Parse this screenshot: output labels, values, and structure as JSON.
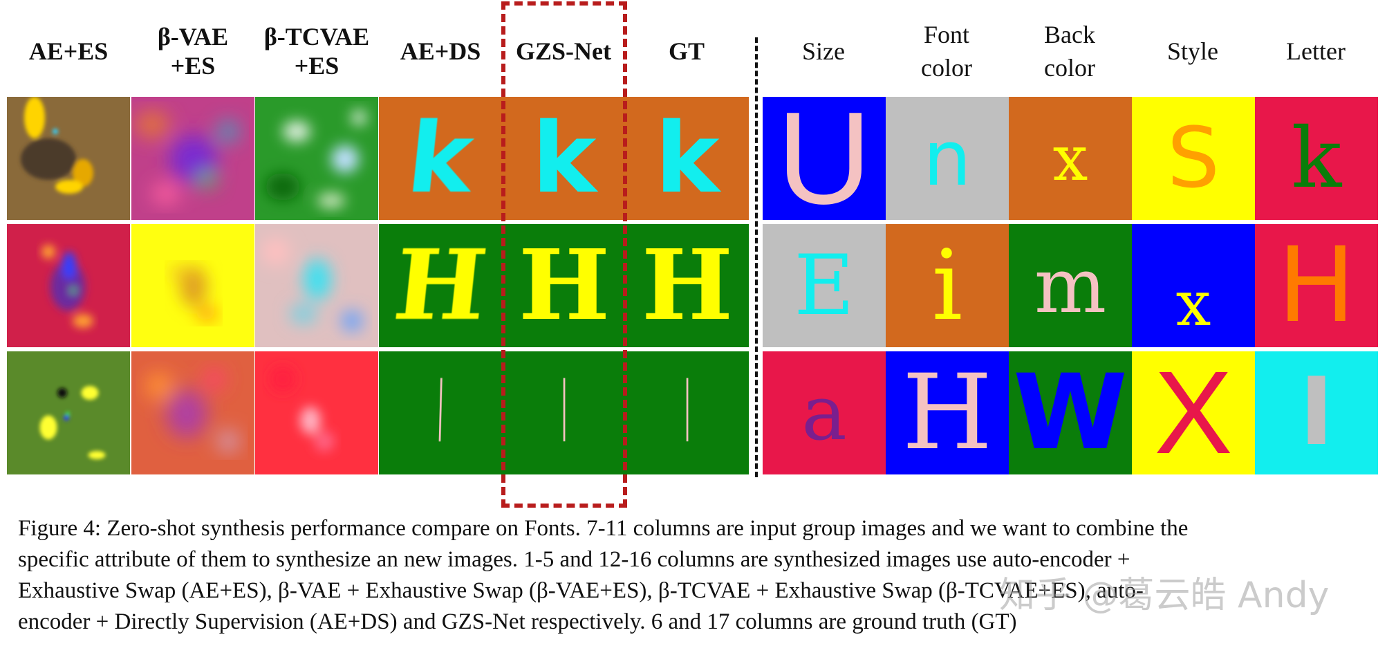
{
  "headers": {
    "left": [
      {
        "text": "AE+ES"
      },
      {
        "text": "β-VAE\n+ES"
      },
      {
        "text": "β-TCVAE\n+ES"
      },
      {
        "text": "AE+DS"
      },
      {
        "text": "GZS-Net"
      },
      {
        "text": "GT"
      }
    ],
    "right": [
      {
        "text": "Size"
      },
      {
        "text": "Font\ncolor"
      },
      {
        "text": "Back\ncolor"
      },
      {
        "text": "Style"
      },
      {
        "text": "Letter"
      }
    ]
  },
  "colors": {
    "orange": "#d2691e",
    "green": "#0a7d0a",
    "crimson": "#e8174a",
    "yellow": "#ffff00",
    "blue": "#0000ff",
    "silver": "#bfbfbf",
    "cyan": "#12eeee",
    "pink": "#f4c2c2",
    "purple": "#7a1f8e",
    "highlight": "#b81c1c"
  },
  "synth_rows": [
    {
      "letter": "k",
      "bg": "#d2691e",
      "fg": "#12eeee"
    },
    {
      "letter": "H",
      "bg": "#0a7d0a",
      "fg": "#ffff00"
    },
    {
      "letter": "l",
      "bg": "#0a7d0a",
      "fg": "#f4c2c2"
    }
  ],
  "input_rows": [
    [
      {
        "letter": "U",
        "bg": "#0000ff",
        "fg": "#f4c2c2"
      },
      {
        "letter": "n",
        "bg": "#bfbfbf",
        "fg": "#12eeee"
      },
      {
        "letter": "x",
        "bg": "#d2691e",
        "fg": "#ffff00"
      },
      {
        "letter": "S",
        "bg": "#ffff00",
        "fg": "#ffa000"
      },
      {
        "letter": "k",
        "bg": "#e8174a",
        "fg": "#0a7d0a"
      }
    ],
    [
      {
        "letter": "E",
        "bg": "#bfbfbf",
        "fg": "#12eeee"
      },
      {
        "letter": "i",
        "bg": "#d2691e",
        "fg": "#ffff00"
      },
      {
        "letter": "m",
        "bg": "#0a7d0a",
        "fg": "#f4c2c2"
      },
      {
        "letter": "x",
        "bg": "#0000ff",
        "fg": "#ffff00"
      },
      {
        "letter": "H",
        "bg": "#e8174a",
        "fg": "#ff7a00"
      }
    ],
    [
      {
        "letter": "a",
        "bg": "#e8174a",
        "fg": "#7a1f8e"
      },
      {
        "letter": "H",
        "bg": "#0000ff",
        "fg": "#f4c2c2"
      },
      {
        "letter": "W",
        "bg": "#0a7d0a",
        "fg": "#0000ff"
      },
      {
        "letter": "X",
        "bg": "#ffff00",
        "fg": "#e8174a"
      },
      {
        "letter": "l",
        "bg": "#12eeee",
        "fg": "#bfbfbf"
      }
    ]
  ],
  "caption": {
    "lines": [
      "Figure 4: Zero-shot synthesis performance compare on Fonts. 7-11 columns are input group images and we want to combine the",
      "specific attribute of them to synthesize an new images. 1-5 and 12-16 columns are synthesized images use auto-encoder +",
      "Exhaustive Swap (AE+ES), β-VAE + Exhaustive Swap (β-VAE+ES), β-TCVAE + Exhaustive Swap (β-TCVAE+ES), auto-",
      "encoder + Directly Supervision (AE+DS) and GZS-Net respectively. 6 and 17 columns are ground truth (GT)"
    ]
  },
  "watermark": "知乎 @葛云皓 Andy"
}
